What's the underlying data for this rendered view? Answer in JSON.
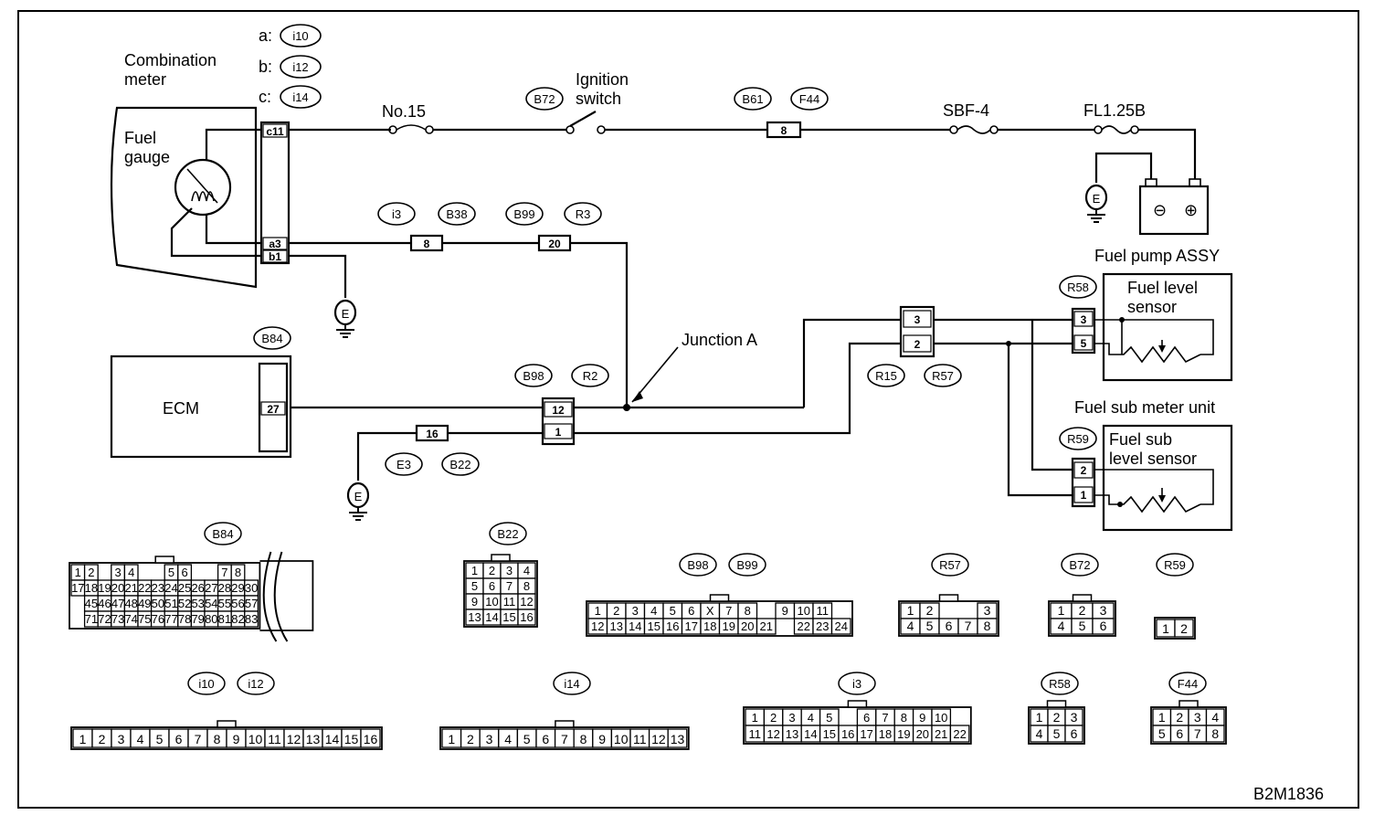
{
  "labels": {
    "combination_meter": [
      "Combination",
      "meter"
    ],
    "fuel_gauge": [
      "Fuel",
      "gauge"
    ],
    "prefix_a": "a:",
    "prefix_b": "b:",
    "prefix_c": "c:",
    "no15": "No.15",
    "ignition_switch": [
      "Ignition",
      "switch"
    ],
    "sbf4": "SBF-4",
    "fl125b": "FL1.25B",
    "fuel_pump_assy": "Fuel pump ASSY",
    "fuel_level_sensor": [
      "Fuel level",
      "sensor"
    ],
    "junction_a": "Junction A",
    "ecm": "ECM",
    "fuel_sub_meter_unit": "Fuel sub meter unit",
    "fuel_sub_level_sensor": [
      "Fuel sub",
      "level sensor"
    ],
    "earth": "E",
    "figure_id": "B2M1836"
  },
  "bubbles": {
    "i10": "i10",
    "i12": "i12",
    "i14": "i14",
    "B72": "B72",
    "B61": "B61",
    "F44": "F44",
    "i3": "i3",
    "B38": "B38",
    "B99": "B99",
    "R3": "R3",
    "B84": "B84",
    "B98": "B98",
    "R2": "R2",
    "E3": "E3",
    "B22": "B22",
    "R15": "R15",
    "R57": "R57",
    "R58": "R58",
    "R59": "R59"
  },
  "pins": {
    "meter_top": "c11",
    "meter_mid": "a3",
    "meter_bot": "b1",
    "b61_pin": "8",
    "i3_pin": "8",
    "b99_pin": "20",
    "ecm_pin": "27",
    "b98_top": "12",
    "b98_bot": "1",
    "e3_pin": "16",
    "r15_top": "3",
    "r15_bot": "2",
    "r58_top": "3",
    "r58_bot": "5",
    "r59_top": "2",
    "r59_bot": "1"
  },
  "battery": {
    "neg": "⊖",
    "pos": "⊕"
  },
  "connector_views": [
    {
      "id": "B84",
      "label": "B84",
      "rows": [
        [
          "1",
          "2",
          "",
          "3",
          "4",
          "",
          "",
          "5",
          "6",
          "",
          "",
          "7",
          "8"
        ],
        [
          "17",
          "18",
          "19",
          "20",
          "21",
          "22",
          "23",
          "24",
          "25",
          "26",
          "27",
          "28",
          "29",
          "30"
        ],
        [
          "",
          "45",
          "46",
          "47",
          "48",
          "49",
          "50",
          "51",
          "52",
          "53",
          "54",
          "55",
          "56",
          "57"
        ],
        [
          "",
          "71",
          "72",
          "73",
          "74",
          "75",
          "76",
          "77",
          "78",
          "79",
          "80",
          "81",
          "82",
          "83"
        ]
      ]
    },
    {
      "id": "B22",
      "label": "B22",
      "rows": [
        [
          "1",
          "2",
          "3",
          "4"
        ],
        [
          "5",
          "6",
          "7",
          "8"
        ],
        [
          "9",
          "10",
          "11",
          "12"
        ],
        [
          "13",
          "14",
          "15",
          "16"
        ]
      ]
    },
    {
      "id": "B98",
      "label": "B98",
      "label2": "B99",
      "rows": [
        [
          "1",
          "2",
          "3",
          "4",
          "5",
          "6",
          "X",
          "7",
          "8",
          "",
          "9",
          "10",
          "11"
        ],
        [
          "12",
          "13",
          "14",
          "15",
          "16",
          "17",
          "18",
          "19",
          "20",
          "21",
          "",
          "22",
          "23",
          "24"
        ]
      ]
    },
    {
      "id": "R57",
      "label": "R57",
      "rows": [
        [
          "1",
          "2",
          "",
          "",
          "3"
        ],
        [
          "4",
          "5",
          "6",
          "7",
          "8"
        ]
      ]
    },
    {
      "id": "B72",
      "label": "B72",
      "rows": [
        [
          "1",
          "2",
          "3"
        ],
        [
          "4",
          "5",
          "6"
        ]
      ]
    },
    {
      "id": "R59",
      "label": "R59",
      "rows": [
        [
          "1",
          "2"
        ]
      ]
    },
    {
      "id": "i10",
      "label": "i10",
      "label2": "i12",
      "rows": [
        [
          "1",
          "2",
          "3",
          "4",
          "5",
          "6",
          "7",
          "8",
          "9",
          "10",
          "11",
          "12",
          "13",
          "14",
          "15",
          "16"
        ]
      ]
    },
    {
      "id": "i14",
      "label": "i14",
      "rows": [
        [
          "1",
          "2",
          "3",
          "4",
          "5",
          "6",
          "7",
          "8",
          "9",
          "10",
          "11",
          "12",
          "13"
        ]
      ]
    },
    {
      "id": "i3",
      "label": "i3",
      "rows": [
        [
          "1",
          "2",
          "3",
          "4",
          "5",
          "",
          "6",
          "7",
          "8",
          "9",
          "10"
        ],
        [
          "11",
          "12",
          "13",
          "14",
          "15",
          "16",
          "17",
          "18",
          "19",
          "20",
          "21",
          "22"
        ]
      ]
    },
    {
      "id": "R58",
      "label": "R58",
      "rows": [
        [
          "1",
          "2",
          "3"
        ],
        [
          "4",
          "5",
          "6"
        ]
      ]
    },
    {
      "id": "F44",
      "label": "F44",
      "rows": [
        [
          "1",
          "2",
          "3",
          "4"
        ],
        [
          "5",
          "6",
          "7",
          "8"
        ]
      ]
    }
  ]
}
